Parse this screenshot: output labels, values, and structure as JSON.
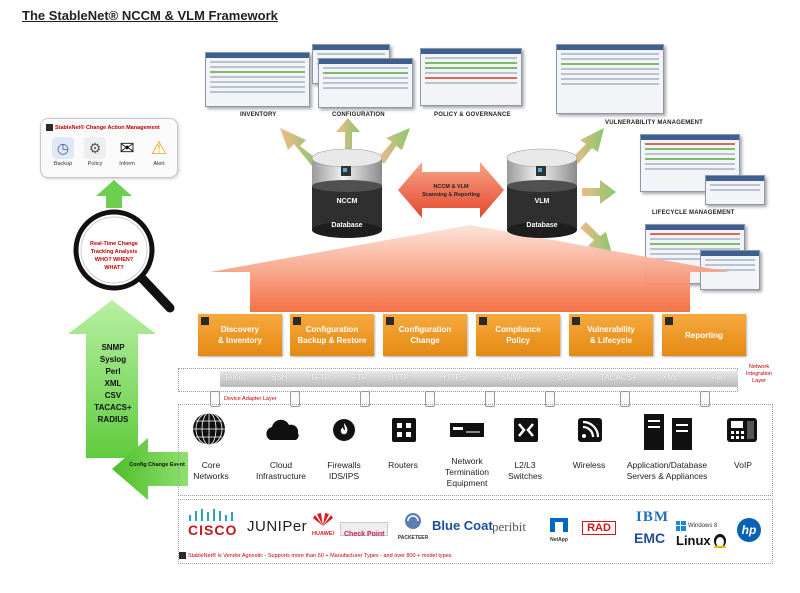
{
  "title": "The StableNet® NCCM & VLM Framework",
  "screenshots": {
    "inventory": "INVENTORY",
    "configuration": "CONFIGURATION",
    "policy": "POLICY & GOVERNANCE",
    "vulnerability": "VULNERABILITY MANAGEMENT",
    "lifecycle": "LIFECYCLE MANAGEMENT"
  },
  "change_action": {
    "title": "StableNet® Change Action Management",
    "items": [
      {
        "label": "Backup",
        "icon": "clock-icon"
      },
      {
        "label": "Policy",
        "icon": "gear-icon"
      },
      {
        "label": "Inform",
        "icon": "envelope-icon"
      },
      {
        "label": "Alert",
        "icon": "warning-icon"
      }
    ]
  },
  "magnifier": {
    "line1": "Real-Time Change",
    "line2": "Tracking Analysis",
    "line3": "WHO? WHEN?",
    "line4": "WHAT?"
  },
  "protocols_in": [
    "SNMP",
    "Syslog",
    "Perl",
    "XML",
    "CSV",
    "TACACS+",
    "RADIUS"
  ],
  "config_change_event": "Config Change Event",
  "databases": {
    "nccm": {
      "name": "NCCM",
      "sub": "Database"
    },
    "vlm": {
      "name": "VLM",
      "sub": "Database"
    },
    "link_line1": "NCCM & VLM",
    "link_line2": "Scanning & Reporting"
  },
  "functions": [
    {
      "line1": "Discovery",
      "line2": "& Inventory"
    },
    {
      "line1": "Configuration",
      "line2": "Backup & Restore"
    },
    {
      "line1": "Configuration",
      "line2": "Change"
    },
    {
      "line1": "Compliance",
      "line2": "Policy"
    },
    {
      "line1": "Vulnerability",
      "line2": "& Lifecycle"
    },
    {
      "line1": "Reporting",
      "line2": ""
    }
  ],
  "integration": {
    "label_line1": "Network",
    "label_line2": "Integration",
    "label_line3": "Layer",
    "protocols": [
      "Telnet",
      "SSH",
      "TFTP",
      "FTP",
      "HTTP",
      "HTTPS",
      "SNMP",
      "SCP",
      "TACACS+",
      "XML",
      "Perl"
    ]
  },
  "device_adapter_layer": "Device Adapter Layer",
  "devices": [
    {
      "line1": "Core",
      "line2": "Networks",
      "line3": "",
      "icon": "globe-icon"
    },
    {
      "line1": "Cloud",
      "line2": "Infrastructure",
      "line3": "",
      "icon": "cloud-icon"
    },
    {
      "line1": "Firewalls",
      "line2": "IDS/IPS",
      "line3": "",
      "icon": "firewall-icon"
    },
    {
      "line1": "Routers",
      "line2": "",
      "line3": "",
      "icon": "router-icon"
    },
    {
      "line1": "Network",
      "line2": "Termination",
      "line3": "Equipment",
      "icon": "nte-icon"
    },
    {
      "line1": "L2/L3",
      "line2": "Switches",
      "line3": "",
      "icon": "switch-icon"
    },
    {
      "line1": "Wireless",
      "line2": "",
      "line3": "",
      "icon": "wireless-icon"
    },
    {
      "line1": "Application/Database",
      "line2": "Servers & Appliances",
      "line3": "",
      "icon": "server-icon"
    },
    {
      "line1": "VoIP",
      "line2": "",
      "line3": "",
      "icon": "phone-icon"
    }
  ],
  "vendors": {
    "cisco": "CISCO",
    "juniper": "JUNIPer",
    "huawei": "HUAWEI",
    "checkpoint": "Check Point",
    "packeteer": "PACKETEER",
    "bluecoat": "Blue Coat",
    "peribit": "peribit",
    "netapp": "NetApp",
    "rad": "RAD",
    "ibm": "IBM",
    "emc": "EMC",
    "windows": "Windows 8",
    "linux": "Linux",
    "hp": "hp"
  },
  "footnote": "StableNet® is Vendor Agnostic - Supports more than 60 + Manufacturer Types - and over 800 + model types",
  "colors": {
    "orange": "#f29a2a",
    "green": "#6ccf50",
    "red": "#c00000",
    "salmon": "#f07d5c"
  }
}
